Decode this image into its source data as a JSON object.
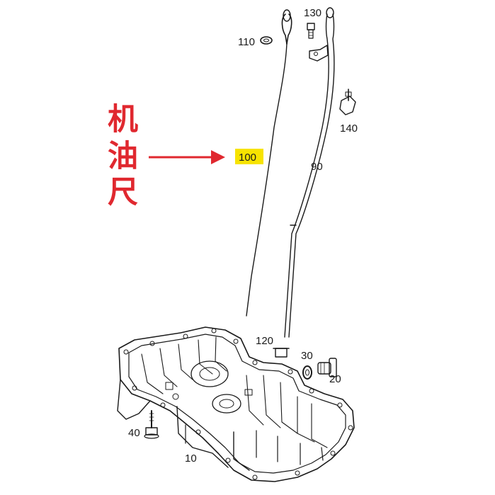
{
  "callout": {
    "chars": [
      "机",
      "油",
      "尺"
    ],
    "color": "#e0282f",
    "arrow_color": "#e0282f",
    "highlight_color": "#f7e300"
  },
  "parts": {
    "p10": "10",
    "p20": "20",
    "p30": "30",
    "p40": "40",
    "p90": "90",
    "p100": "100",
    "p110": "110",
    "p120": "120",
    "p130": "130",
    "p140": "140"
  }
}
